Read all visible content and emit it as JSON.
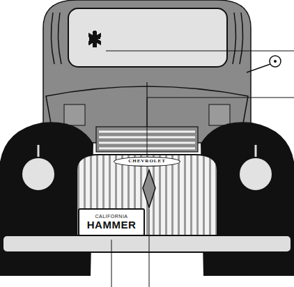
{
  "diagram": {
    "nodes": [
      {
        "text": [
          "CHEVROLET"
        ]
      },
      {
        "text": [
          "CALIFORNIA",
          "HAMMER"
        ]
      }
    ]
  }
}
